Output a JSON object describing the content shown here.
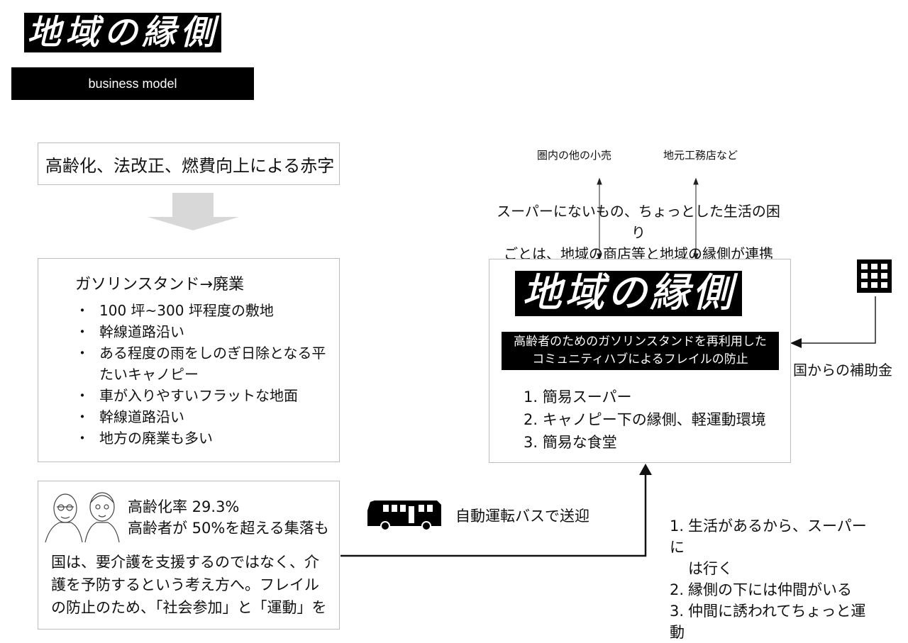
{
  "header": {
    "logo_text": "地域の縁側",
    "subtitle": "business model"
  },
  "cause": {
    "text": "高齢化、法改正、燃費向上による赤字"
  },
  "station": {
    "title": "ガソリンスタンド→廃業",
    "bullets": [
      "100 坪~300 坪程度の敷地",
      "幹線道路沿い",
      "ある程度の雨をしのぎ日除となる平たいキャノピー",
      "車が入りやすいフラットな地面",
      "幹線道路沿い",
      "地方の廃業も多い"
    ]
  },
  "elderly": {
    "stat1": "高齢化率 29.3%",
    "stat2": "高齢者が 50%を超える集落も",
    "policy": "国は、要介護を支援するのではなく、介護を予防するという考え方へ。フレイルの防止のため、「社会参加」と「運動」を"
  },
  "hub": {
    "logo_text": "地域の縁側",
    "tagline_line1": "高齢者のためのガソリンスタンドを再利用した",
    "tagline_line2": "コミュニティハブによるフレイルの防止",
    "services": [
      "1.  簡易スーパー",
      "2.  キャノピー下の縁側、軽運動環境",
      "3.  簡易な食堂"
    ]
  },
  "partners": {
    "left": "圏内の他の小売",
    "right": "地元工務店など"
  },
  "collaboration": {
    "line1": "スーパーにないもの、ちょっとした生活の困り",
    "line2": "ごとは、地域の商店等と地域の縁側が連携"
  },
  "subsidy": {
    "label": "国からの補助金",
    "icon": "building-icon"
  },
  "transport": {
    "label": "自動運転バスで送迎",
    "icon": "bus-icon"
  },
  "reasons": {
    "items": [
      {
        "num": "1.",
        "text1": "生活があるから、スーパーに",
        "text2": "は行く"
      },
      {
        "num": "2.",
        "text1": "縁側の下には仲間がいる"
      },
      {
        "num": "3.",
        "text1": "仲間に誘われてちょっと運動"
      }
    ]
  }
}
